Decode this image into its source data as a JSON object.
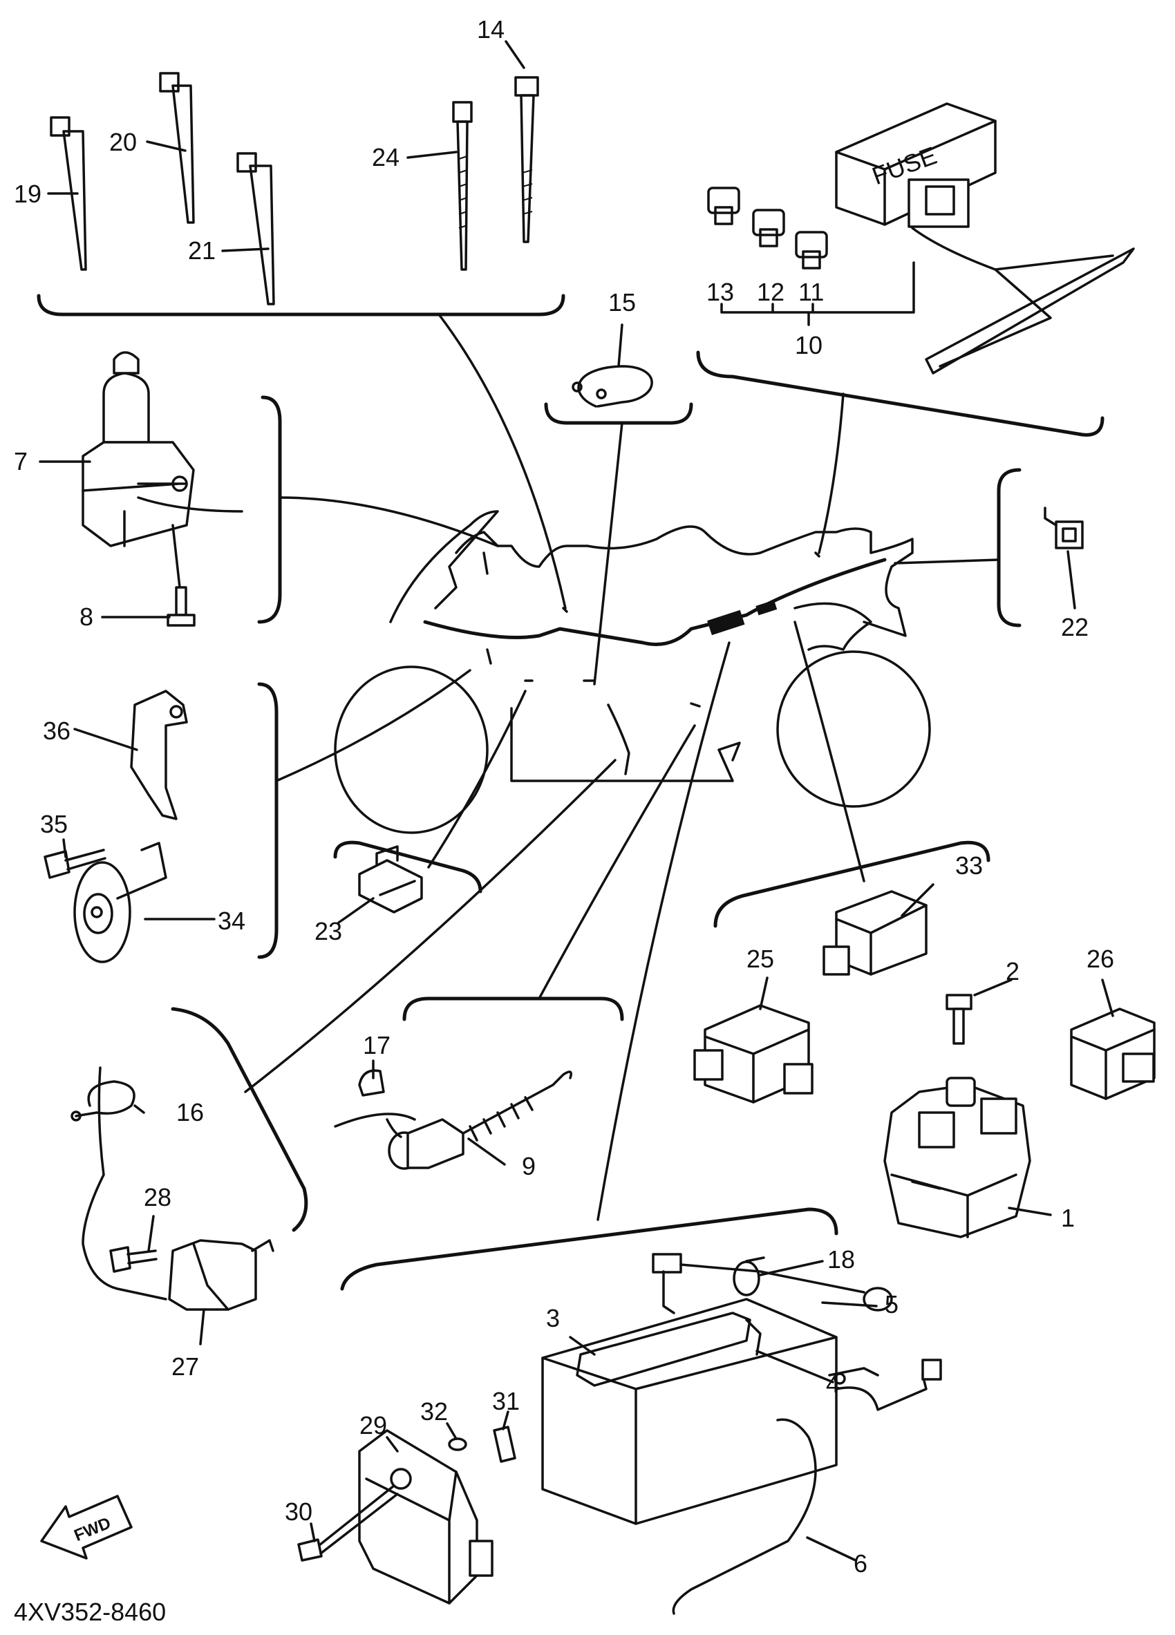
{
  "diagram": {
    "code": "4XV352-8460",
    "fwd_label": "FWD",
    "fuse_label": "FUSE"
  },
  "callouts": [
    "1",
    "2",
    "3",
    "4",
    "5",
    "6",
    "7",
    "8",
    "9",
    "10",
    "11",
    "12",
    "13",
    "14",
    "15",
    "16",
    "17",
    "18",
    "19",
    "20",
    "21",
    "22",
    "23",
    "24",
    "25",
    "26",
    "27",
    "28",
    "29",
    "30",
    "31",
    "32",
    "33",
    "34",
    "35",
    "36"
  ]
}
